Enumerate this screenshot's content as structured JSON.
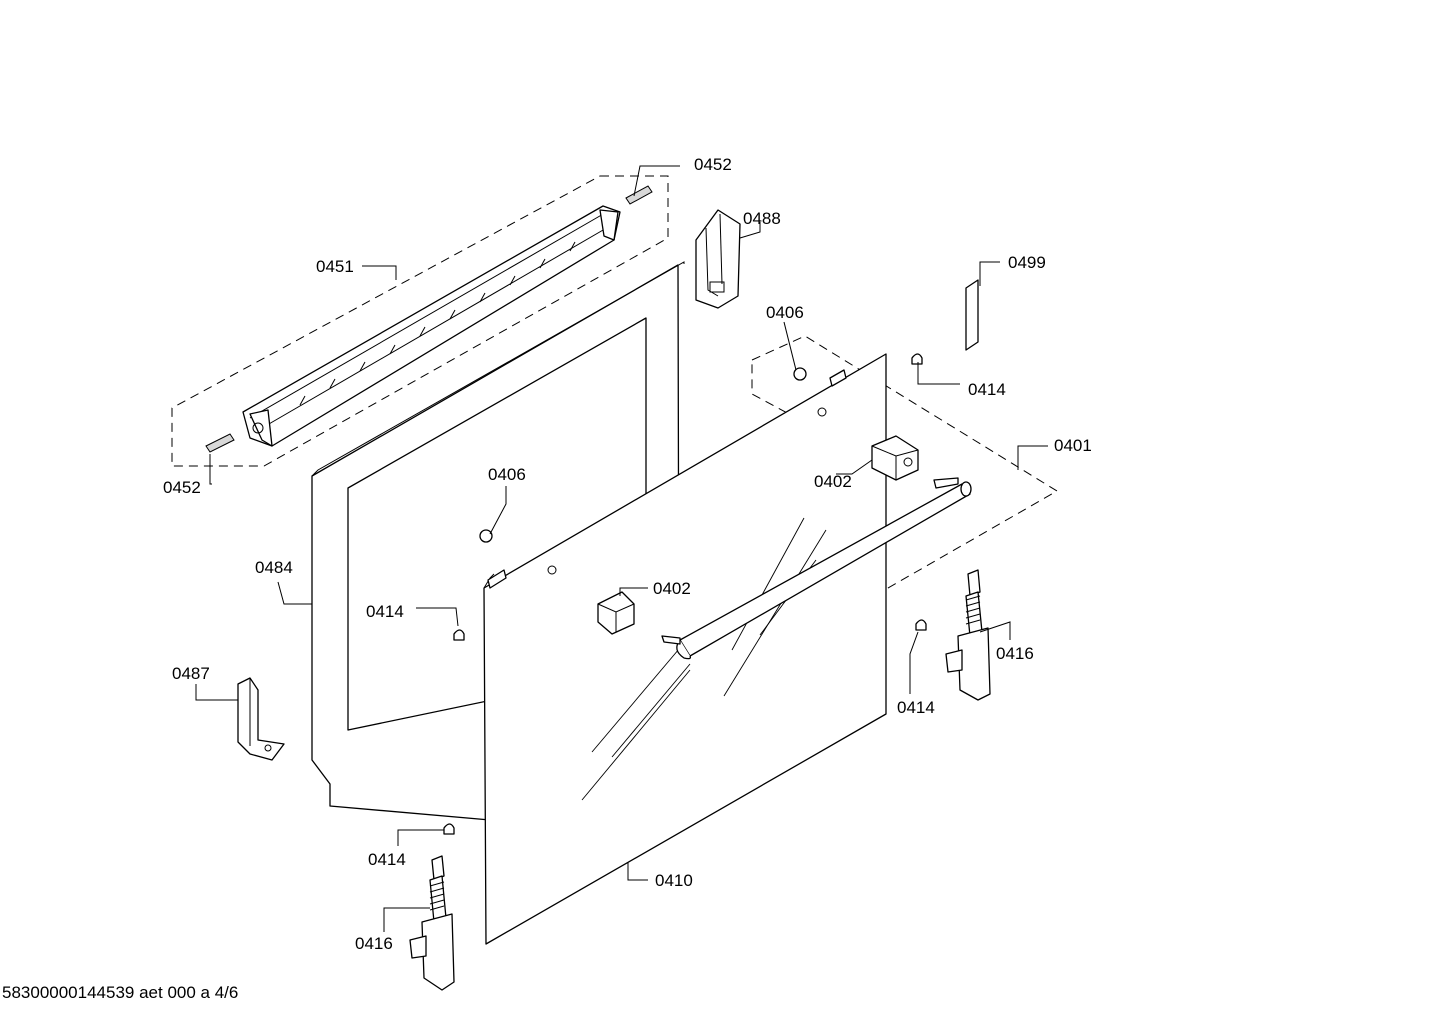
{
  "diagram": {
    "footer": "58300000144539 aet 000 a 4/6",
    "labels": {
      "p0452_top": "0452",
      "p0488": "0488",
      "p0451": "0451",
      "p0499": "0499",
      "p0406_top": "0406",
      "p0414_top_right": "0414",
      "p0401": "0401",
      "p0452_bottom": "0452",
      "p0402_top": "0402",
      "p0406_mid": "0406",
      "p0484": "0484",
      "p0402_mid": "0402",
      "p0414_mid_left": "0414",
      "p0416_right": "0416",
      "p0487": "0487",
      "p0414_mid_right": "0414",
      "p0414_bottom": "0414",
      "p0410": "0410",
      "p0416_bottom": "0416"
    }
  }
}
